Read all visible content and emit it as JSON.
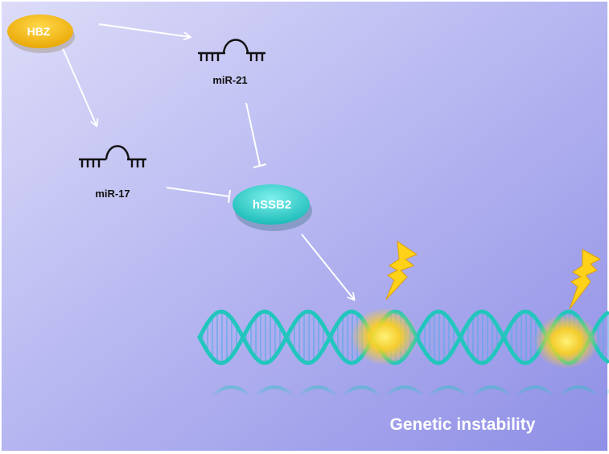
{
  "nodes": {
    "hbz": "HBZ",
    "mir21": "miR-21",
    "mir17": "miR-17",
    "hssb2": "hSSB2"
  },
  "caption": "Genetic instability",
  "colors": {
    "hbz": "#f2b400",
    "hssb2": "#2fd3cf",
    "dna": "#22c6bd",
    "spark": "#ffd21a",
    "background": "#a9a9ee"
  },
  "icons": [
    "mirna-hairpin-icon",
    "lightning-bolt-icon",
    "dna-helix"
  ]
}
